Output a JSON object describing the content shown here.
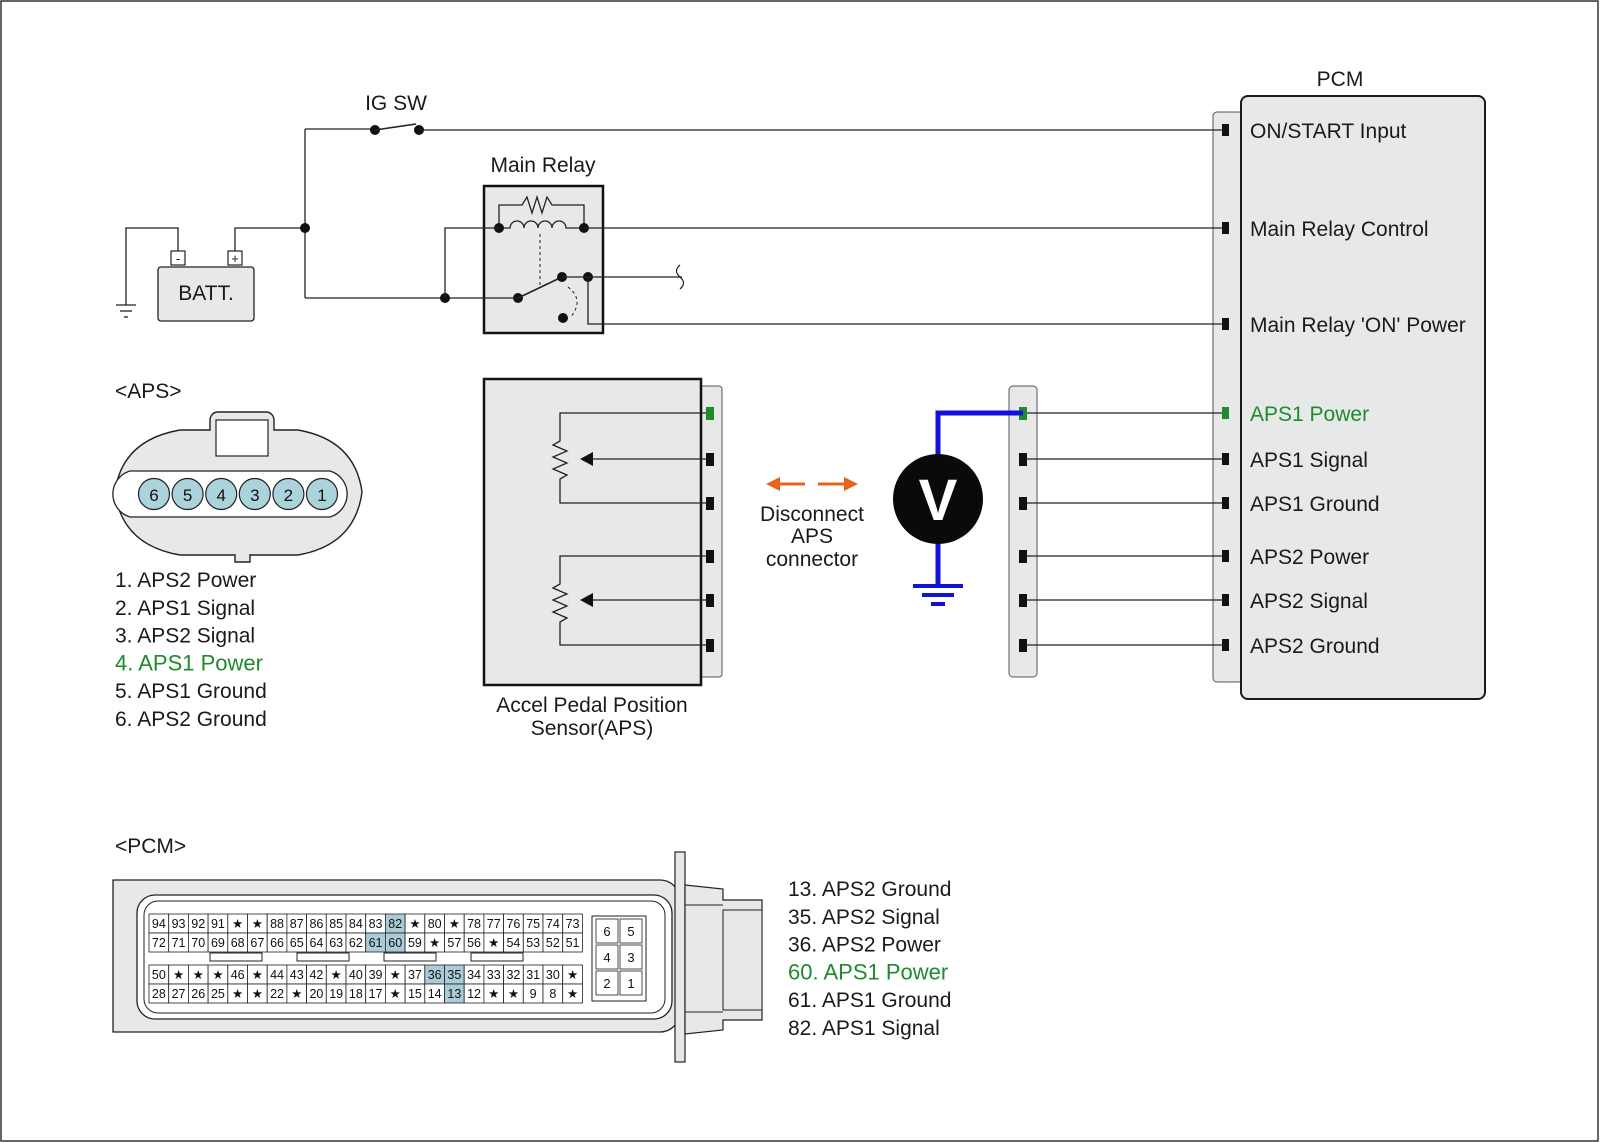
{
  "pcm": {
    "title": "PCM",
    "pins": [
      {
        "label": "ON/START Input"
      },
      {
        "label": "Main Relay Control"
      },
      {
        "label": "Main Relay 'ON' Power"
      },
      {
        "label": "APS1 Power",
        "highlight": true
      },
      {
        "label": "APS1 Signal"
      },
      {
        "label": "APS1 Ground"
      },
      {
        "label": "APS2 Power"
      },
      {
        "label": "APS2 Signal"
      },
      {
        "label": "APS2 Ground"
      }
    ]
  },
  "ig_sw": {
    "label": "IG SW"
  },
  "main_relay": {
    "label": "Main Relay"
  },
  "battery": {
    "label": "BATT.",
    "minus": "-",
    "plus": "+"
  },
  "aps_connector": {
    "title": "<APS>",
    "pin_numbers": [
      "6",
      "5",
      "4",
      "3",
      "2",
      "1"
    ],
    "legend": [
      {
        "text": "1. APS2 Power"
      },
      {
        "text": "2. APS1 Signal"
      },
      {
        "text": "3. APS2 Signal"
      },
      {
        "text": "4. APS1 Power",
        "highlight": true
      },
      {
        "text": "5. APS1 Ground"
      },
      {
        "text": "6. APS2 Ground"
      }
    ]
  },
  "aps_sensor": {
    "label_line1": "Accel Pedal Position",
    "label_line2": "Sensor(APS)"
  },
  "instruction": {
    "line1": "Disconnect",
    "line2": "APS",
    "line3": "connector"
  },
  "voltmeter": {
    "symbol": "V"
  },
  "pcm_connector": {
    "title": "<PCM>",
    "rows": [
      [
        "94",
        "93",
        "92",
        "91",
        "★",
        "★",
        "88",
        "87",
        "86",
        "85",
        "84",
        "83",
        "82",
        "★",
        "80",
        "★",
        "78",
        "77",
        "76",
        "75",
        "74",
        "73"
      ],
      [
        "72",
        "71",
        "70",
        "69",
        "68",
        "67",
        "66",
        "65",
        "64",
        "63",
        "62",
        "61",
        "60",
        "59",
        "★",
        "57",
        "56",
        "★",
        "54",
        "53",
        "52",
        "51"
      ],
      [
        "50",
        "★",
        "★",
        "★",
        "46",
        "★",
        "44",
        "43",
        "42",
        "★",
        "40",
        "39",
        "★",
        "37",
        "36",
        "35",
        "34",
        "33",
        "32",
        "31",
        "30",
        "★"
      ],
      [
        "28",
        "27",
        "26",
        "25",
        "★",
        "★",
        "22",
        "★",
        "20",
        "19",
        "18",
        "17",
        "★",
        "15",
        "14",
        "13",
        "12",
        "★",
        "★",
        "9",
        "8",
        "★"
      ]
    ],
    "highlighted": [
      "82",
      "61",
      "60",
      "36",
      "35",
      "13"
    ],
    "small_block": [
      [
        "6",
        "5"
      ],
      [
        "4",
        "3"
      ],
      [
        "2",
        "1"
      ]
    ],
    "legend": [
      {
        "text": "13. APS2 Ground"
      },
      {
        "text": "35. APS2 Signal"
      },
      {
        "text": "36. APS2 Power"
      },
      {
        "text": "60. APS1 Power",
        "highlight": true
      },
      {
        "text": "61. APS1 Ground"
      },
      {
        "text": "82. APS1 Signal"
      }
    ]
  },
  "colors": {
    "highlight_text": "#1f8a2e",
    "probe_wire": "#1212d6",
    "arrow": "#e8641c",
    "pin_highlight_fill": "#a9ccd8",
    "connector_pin_fill": "#aad3dc"
  }
}
